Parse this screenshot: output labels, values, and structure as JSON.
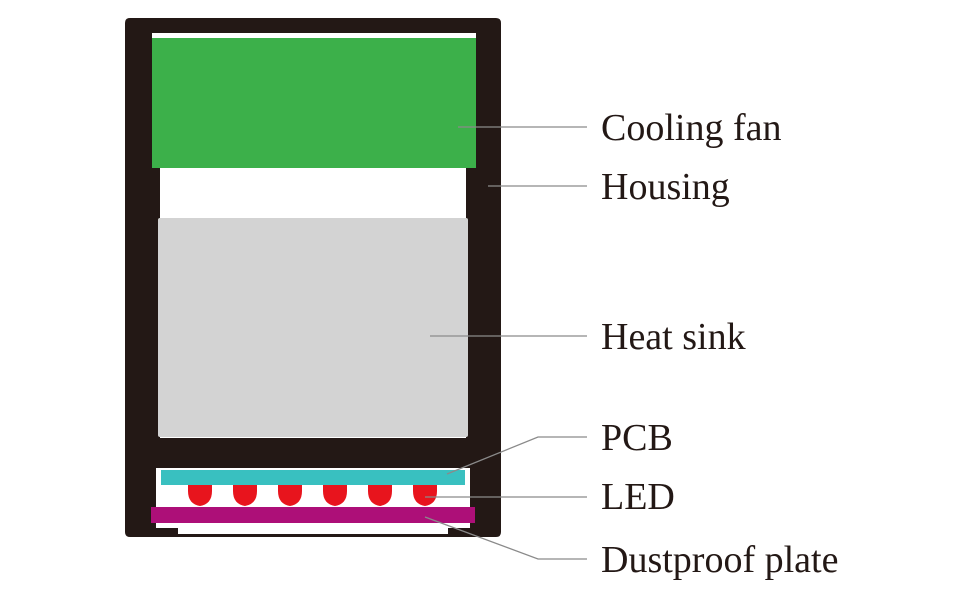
{
  "labels": {
    "cooling_fan": "Cooling fan",
    "housing": "Housing",
    "heat_sink": "Heat sink",
    "pcb": "PCB",
    "led": "LED",
    "dustproof_plate": "Dustproof plate"
  },
  "colors": {
    "housing": "#231815",
    "cooling_fan": "#3cb04a",
    "heat_sink": "#d3d3d3",
    "pcb": "#39c0c0",
    "led": "#e8141d",
    "dustproof_plate": "#ad0f78",
    "leader_line": "#8a8a8a",
    "text": "#231815"
  },
  "led_count": 6
}
